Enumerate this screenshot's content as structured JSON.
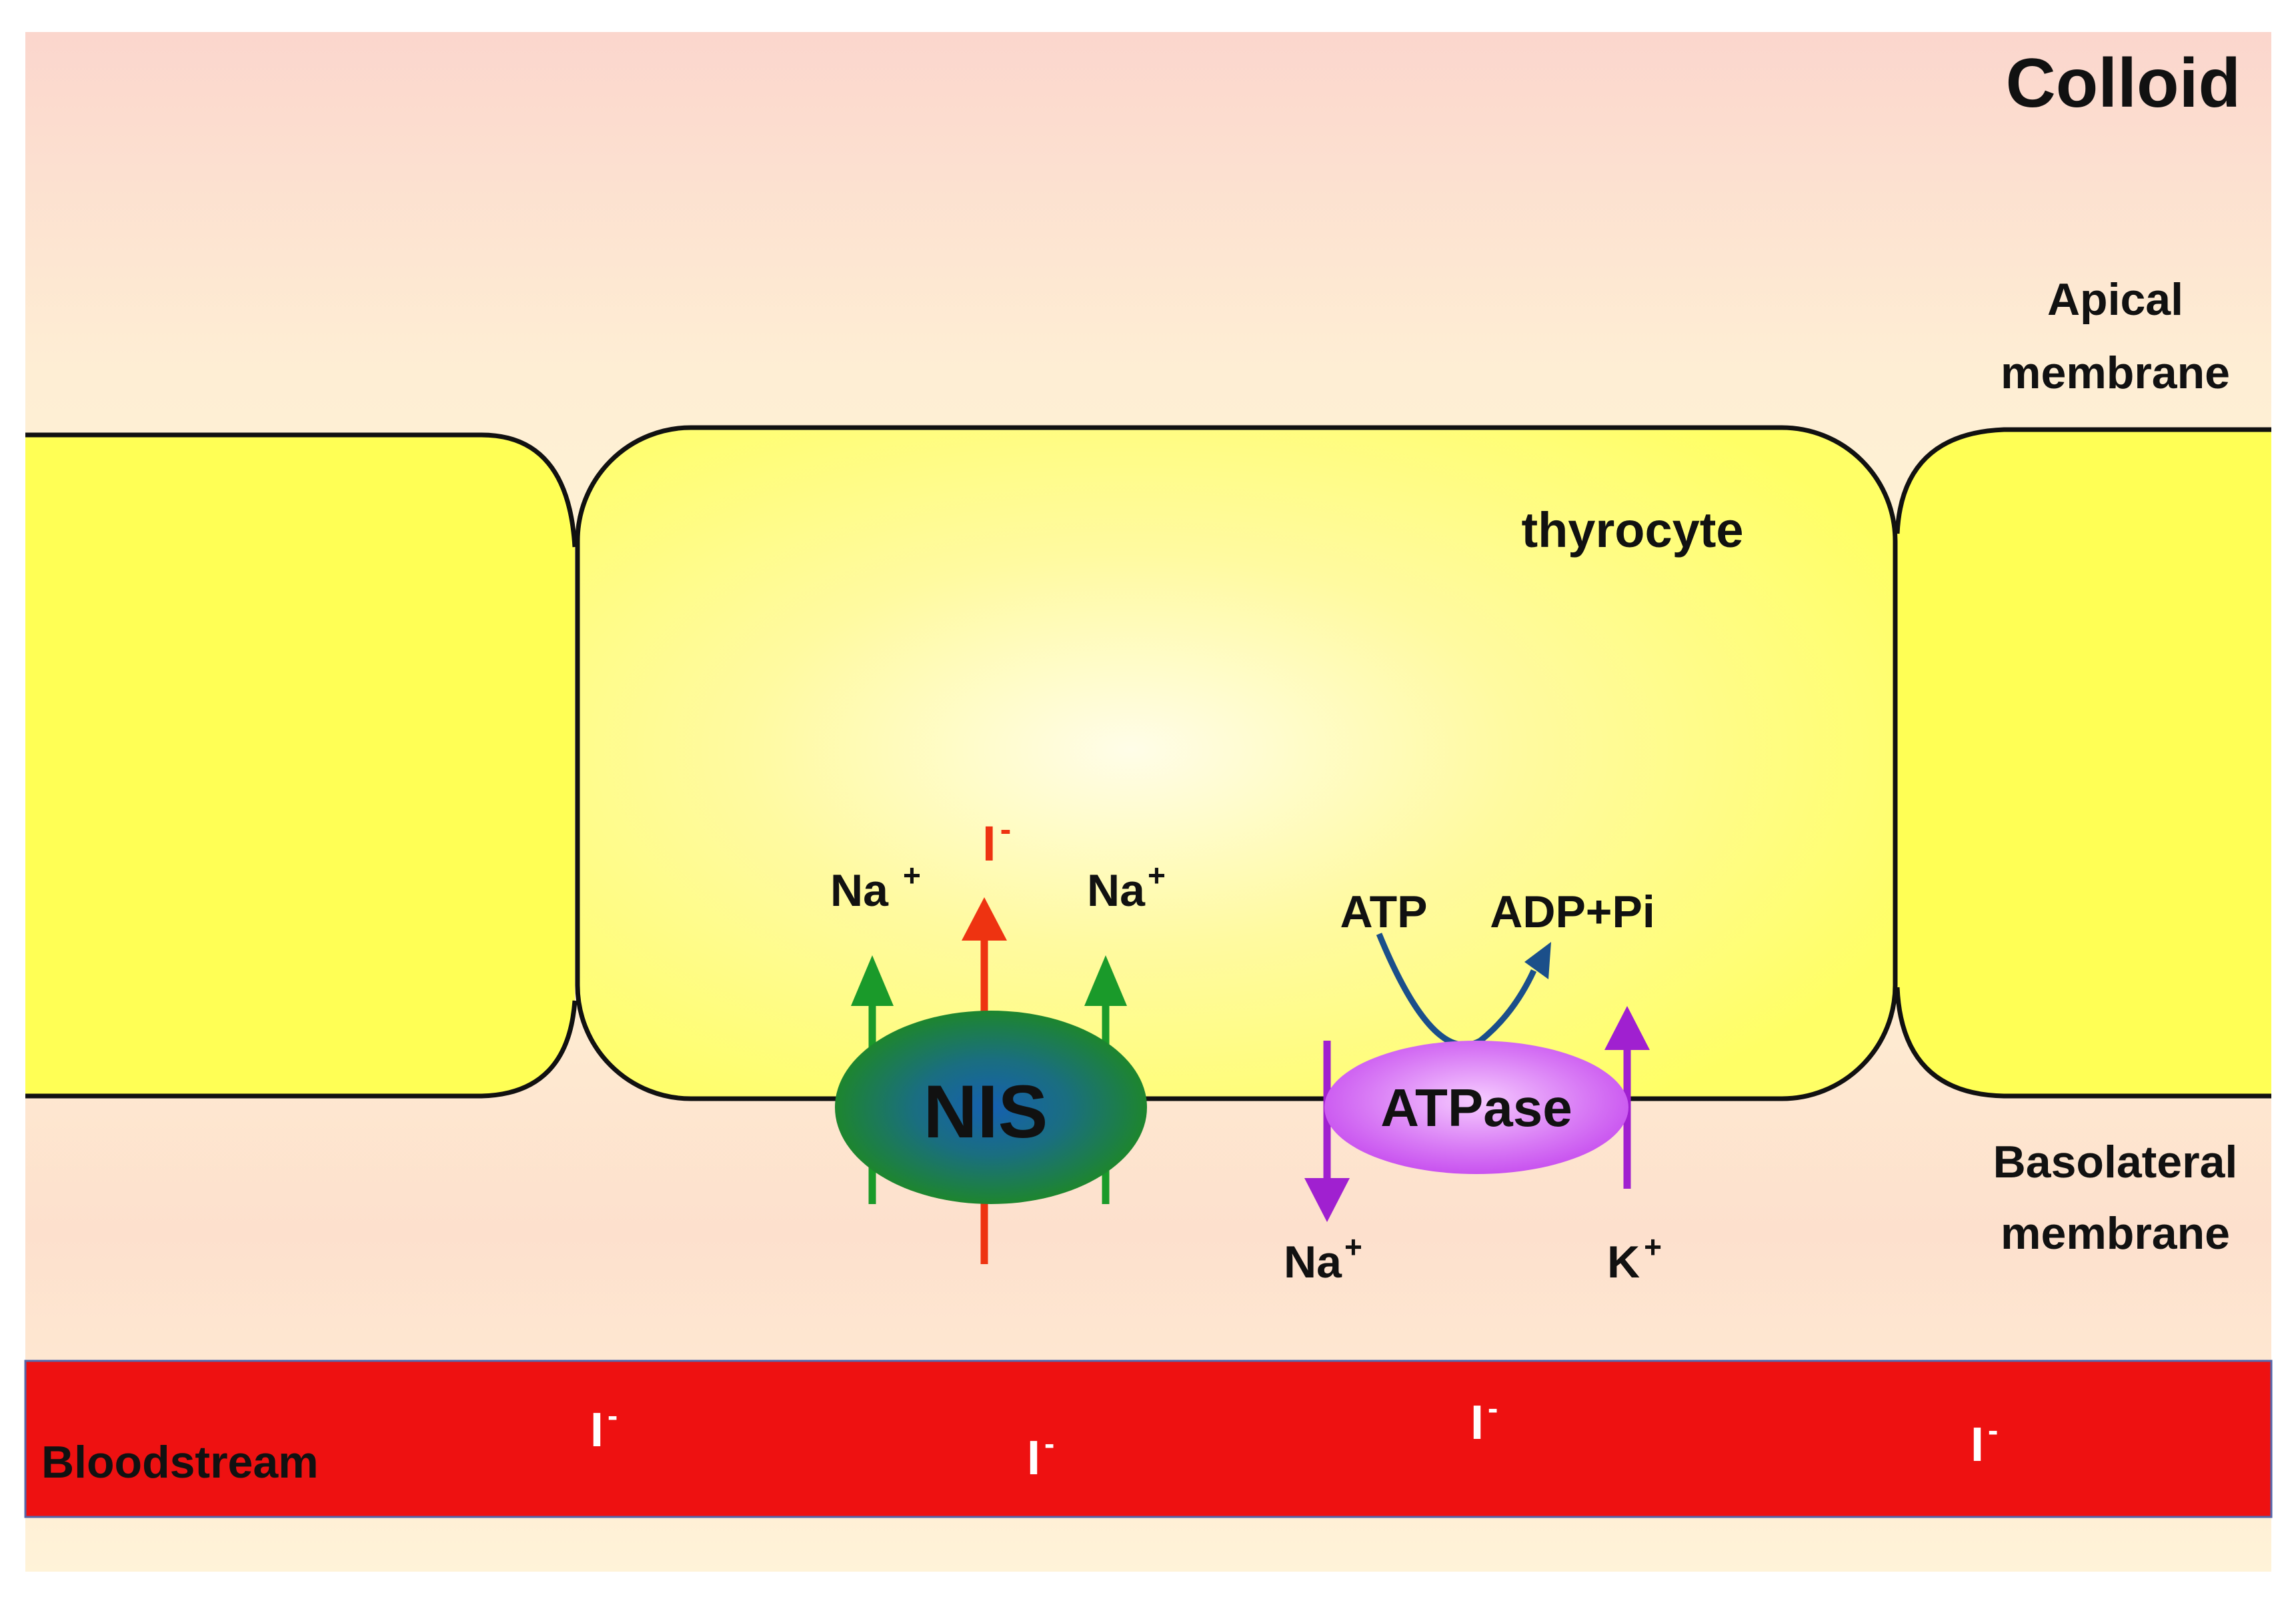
{
  "labels": {
    "colloid": "Colloid",
    "apical_line1": "Apical",
    "apical_line2": "membrane",
    "thyrocyte": "thyrocyte",
    "basolateral_line1": "Basolateral",
    "basolateral_line2": "membrane",
    "bloodstream": "Bloodstream"
  },
  "nis": {
    "label": "NIS",
    "left_ion": "Na",
    "left_ion_sup": "+",
    "center_ion": "I",
    "center_ion_sup": "-",
    "right_ion": "Na",
    "right_ion_sup": "+"
  },
  "atpase": {
    "label": "ATPase",
    "atp": "ATP",
    "adp": "ADP+Pi",
    "out_ion": "Na",
    "out_ion_sup": "+",
    "in_ion": "K",
    "in_ion_sup": "+"
  },
  "blood_ions": [
    {
      "base": "I",
      "sup": "-"
    },
    {
      "base": "I",
      "sup": "-"
    },
    {
      "base": "I",
      "sup": "-"
    },
    {
      "base": "I",
      "sup": "-"
    }
  ],
  "colors": {
    "cell": "#ffff55",
    "blood": "#ee1111",
    "nis_green": "#1e8a1e",
    "nis_blue": "#1560a8",
    "iodide_arrow": "#ee3311",
    "na_arrow": "#1a9a2a",
    "atpase": "#c84ef0",
    "pump_arrow": "#a020d0",
    "atp_arrow": "#1b4f8a"
  }
}
